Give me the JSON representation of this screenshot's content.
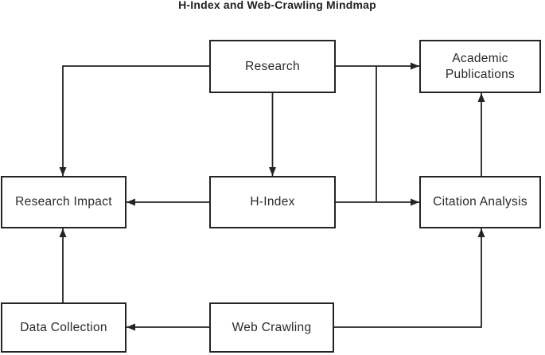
{
  "title": "H-Index and Web-Crawling Mindmap",
  "colors": {
    "background": "#ffffff",
    "stroke": "#242424",
    "box_fill": "#ffffff",
    "text": "#2a2a2a"
  },
  "diagram": {
    "nodes": {
      "research": {
        "label": "Research"
      },
      "academic_publications": {
        "label": "Academic Publications"
      },
      "research_impact": {
        "label": "Research Impact"
      },
      "h_index": {
        "label": "H-Index"
      },
      "citation_analysis": {
        "label": "Citation Analysis"
      },
      "data_collection": {
        "label": "Data Collection"
      },
      "web_crawling": {
        "label": "Web Crawling"
      }
    },
    "edges": [
      {
        "from": "Research",
        "to": "Academic Publications"
      },
      {
        "from": "Research",
        "to": "Research Impact"
      },
      {
        "from": "Research",
        "to": "H-Index"
      },
      {
        "from": "H-Index",
        "to": "Research Impact"
      },
      {
        "from": "H-Index",
        "to": "Citation Analysis"
      },
      {
        "from": "Research",
        "to": "Citation Analysis"
      },
      {
        "from": "Citation Analysis",
        "to": "Academic Publications"
      },
      {
        "from": "Data Collection",
        "to": "Research Impact"
      },
      {
        "from": "Web Crawling",
        "to": "Data Collection"
      },
      {
        "from": "Web Crawling",
        "to": "Citation Analysis"
      }
    ]
  }
}
